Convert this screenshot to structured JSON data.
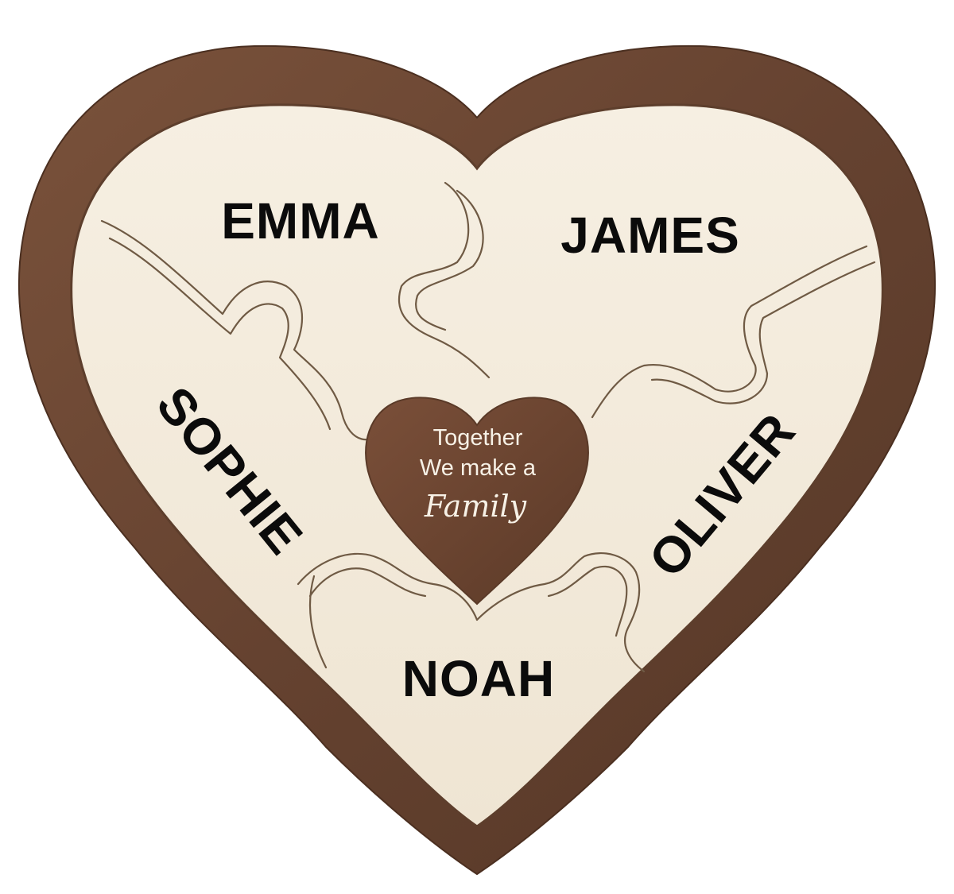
{
  "puzzle": {
    "names": {
      "top_left": "EMMA",
      "top_right": "JAMES",
      "left": "SOPHIE",
      "right": "OLIVER",
      "bottom": "NOAH"
    },
    "center_heart": {
      "line1": "Together",
      "line2": "We make a",
      "line3": "Family"
    }
  },
  "colors": {
    "frame_wood": "#6a4632",
    "frame_wood_dark": "#4e3222",
    "inner_wood": "#f3ebdc",
    "inner_wood_shadow": "#e3d6c0",
    "engrave_line": "#6f5a44",
    "center_heart_wood": "#6b4330",
    "name_text": "#0b0b0b",
    "center_text": "#f7f1e6"
  }
}
